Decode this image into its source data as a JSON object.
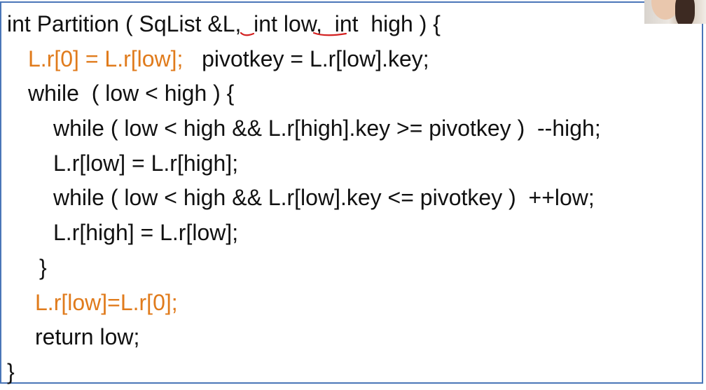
{
  "code_lines": [
    "int Partition ( SqList &L,  int low,  int  high ) {",
    "L.r[0] = L.r[low];",
    "   pivotkey = L.r[low].key;",
    "while  ( low < high ) {",
    "while ( low < high && L.r[high].key >= pivotkey )  --high;",
    "L.r[low] = L.r[high];",
    "while ( low < high && L.r[low].key <= pivotkey )  ++low;",
    "L.r[high] = L.r[low];",
    "}",
    "L.r[low]=L.r[0];",
    "return low;",
    "}"
  ],
  "colors": {
    "code_text": "#111111",
    "highlight_orange": "#e07b1c",
    "annotation_red": "#d32020",
    "frame_border": "#4a76b8"
  }
}
